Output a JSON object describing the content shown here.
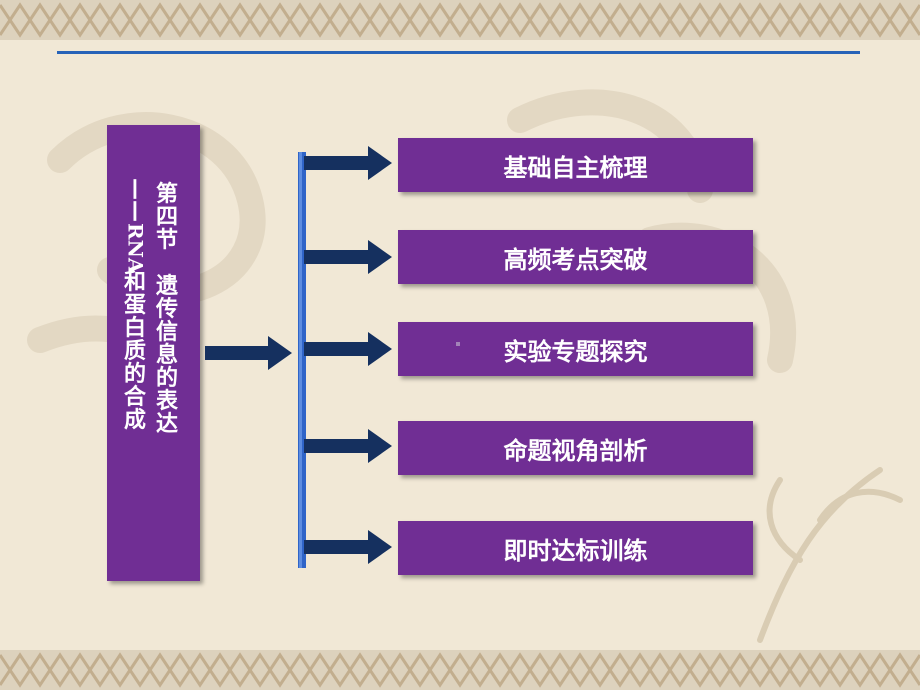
{
  "slide": {
    "title_right_column": "第四节 遗传信息的表达",
    "title_left_column": "——RNA和蛋白质的合成",
    "menu": [
      {
        "label": "基础自主梳理"
      },
      {
        "label": "高频考点突破"
      },
      {
        "label": "实验专题探究"
      },
      {
        "label": "命题视角剖析"
      },
      {
        "label": "即时达标训练"
      }
    ]
  },
  "colors": {
    "panel": "#702e94",
    "arrow": "#15305f",
    "connector_bar": "#2f64c8",
    "rule": "#2763b8",
    "background": "#f1e8d6"
  }
}
